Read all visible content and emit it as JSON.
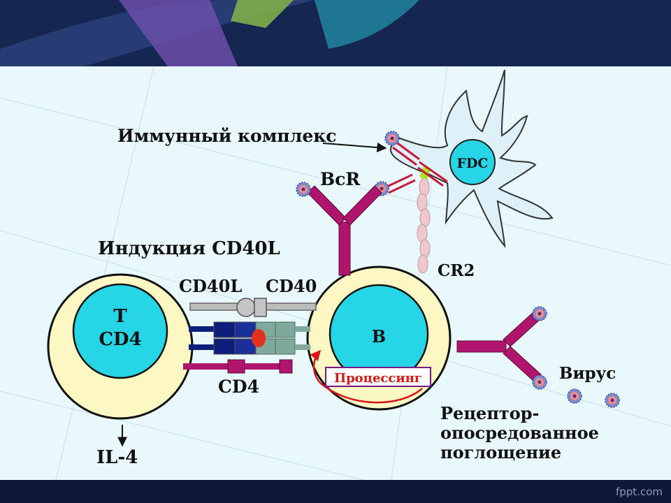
{
  "labels": {
    "immune_complex": "Иммунный комплекс",
    "bcr": "BcR",
    "fdc": "FDC",
    "induction": "Индукция CD40L",
    "cd40l": "CD40L",
    "cd40": "CD40",
    "t_cell_line1": "T",
    "t_cell_line2": "CD4",
    "b_cell": "B",
    "cd4": "CD4",
    "processing": "Процессинг",
    "cr2": "CR2",
    "virus": "Вирус",
    "receptor_line1": "Рецептор-",
    "receptor_line2": "опосредованное",
    "receptor_line3": "поглощение",
    "il4": "IL-4"
  },
  "watermark": "fppt.com",
  "colors": {
    "panel_bg": "#e9f8fb",
    "cell_outer": "#fdf7c4",
    "nucleus": "#26d6e6",
    "receptor": "#b0156e",
    "tcr_dark": "#0d1f7a",
    "mhc_green": "#7fa99b",
    "antigen_red": "#e2321e",
    "header_bg": "#152650",
    "footer_bg": "#0d1838",
    "processing_text": "#d81818"
  }
}
